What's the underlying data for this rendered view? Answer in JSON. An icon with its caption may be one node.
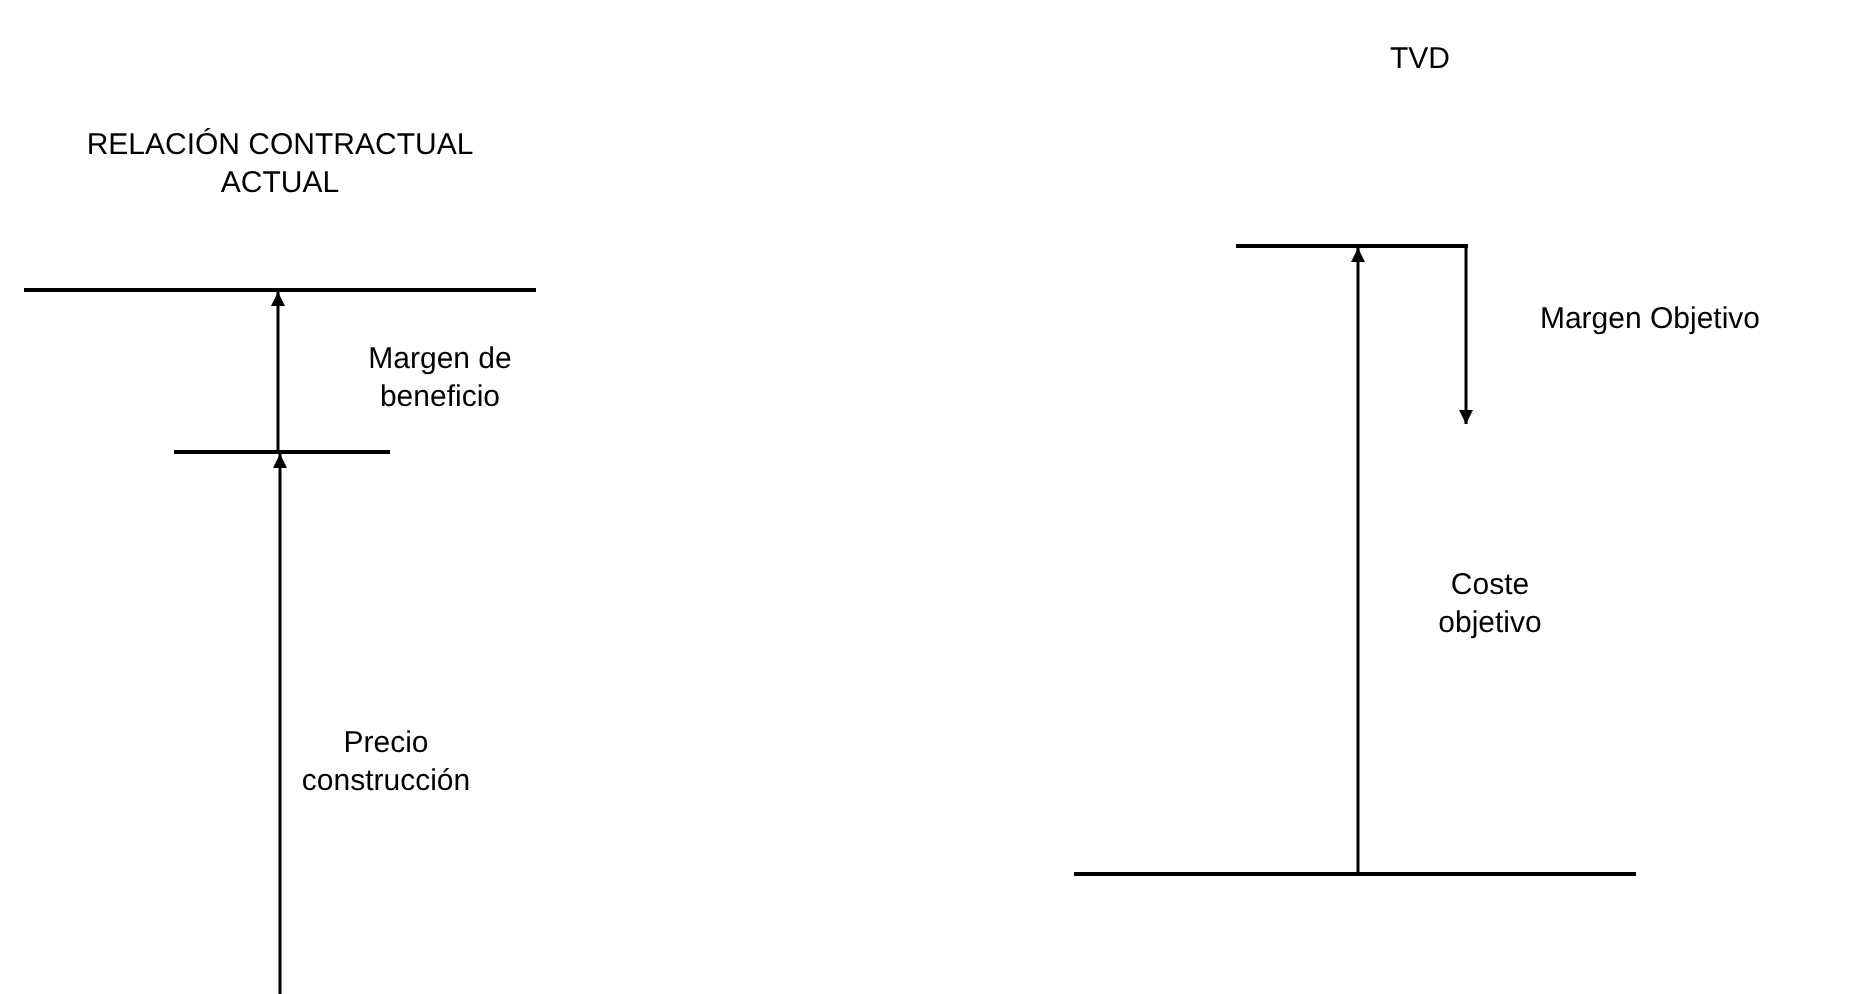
{
  "diagram": {
    "nodes": [
      {
        "text": [],
        "shape": "bar"
      },
      {
        "text": [],
        "shape": "bar"
      },
      {
        "text": [],
        "shape": "bar"
      },
      {
        "text": [],
        "shape": "bar"
      }
    ],
    "edges": [
      {
        "from": null,
        "to": 1,
        "arrow": "to",
        "label": "Precio construcción"
      },
      {
        "from": 1,
        "to": 0,
        "arrow": "to",
        "label": "Margen de beneficio"
      },
      {
        "from": 3,
        "to": 2,
        "arrow": "to",
        "label": "Coste objetivo"
      },
      {
        "from": 2,
        "to": null,
        "arrow": "to",
        "label": "Margen Objetivo"
      }
    ],
    "labels": [
      "RELACIÓN CONTRACTUAL ACTUAL",
      "TVD"
    ]
  }
}
